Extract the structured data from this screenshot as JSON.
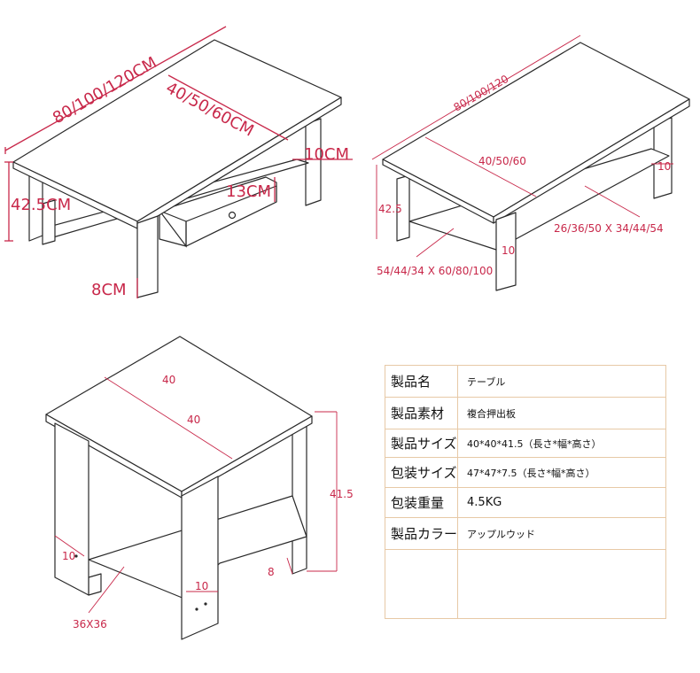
{
  "diagram1": {
    "length": "80/100/120CM",
    "width": "40/50/60CM",
    "side": "10CM",
    "height": "42.5CM",
    "drawer": "13CM",
    "foot": "8CM"
  },
  "diagram2": {
    "length": "80/100/120",
    "width": "40/50/60",
    "side": "10",
    "height": "42.5",
    "leg": "10",
    "shelf_right": "26/36/50 X 34/44/54",
    "shelf_left": "54/44/34 X 60/80/100"
  },
  "diagram3": {
    "depth": "40",
    "width": "40",
    "height": "41.5",
    "leg_left": "10",
    "leg_right": "10",
    "foot": "8",
    "post": "36X36"
  },
  "specs": {
    "rows": [
      {
        "label": "製品名",
        "value": "テーブル"
      },
      {
        "label": "製品素材",
        "value": "複合押出板"
      },
      {
        "label": "製品サイズ",
        "value": "40*40*41.5（長さ*幅*高さ）"
      },
      {
        "label": "包装サイズ",
        "value": "47*47*7.5（長さ*幅*高さ）"
      },
      {
        "label": "包装重量",
        "value": "4.5KG"
      },
      {
        "label": "製品カラー",
        "value": "アップルウッド"
      }
    ]
  }
}
